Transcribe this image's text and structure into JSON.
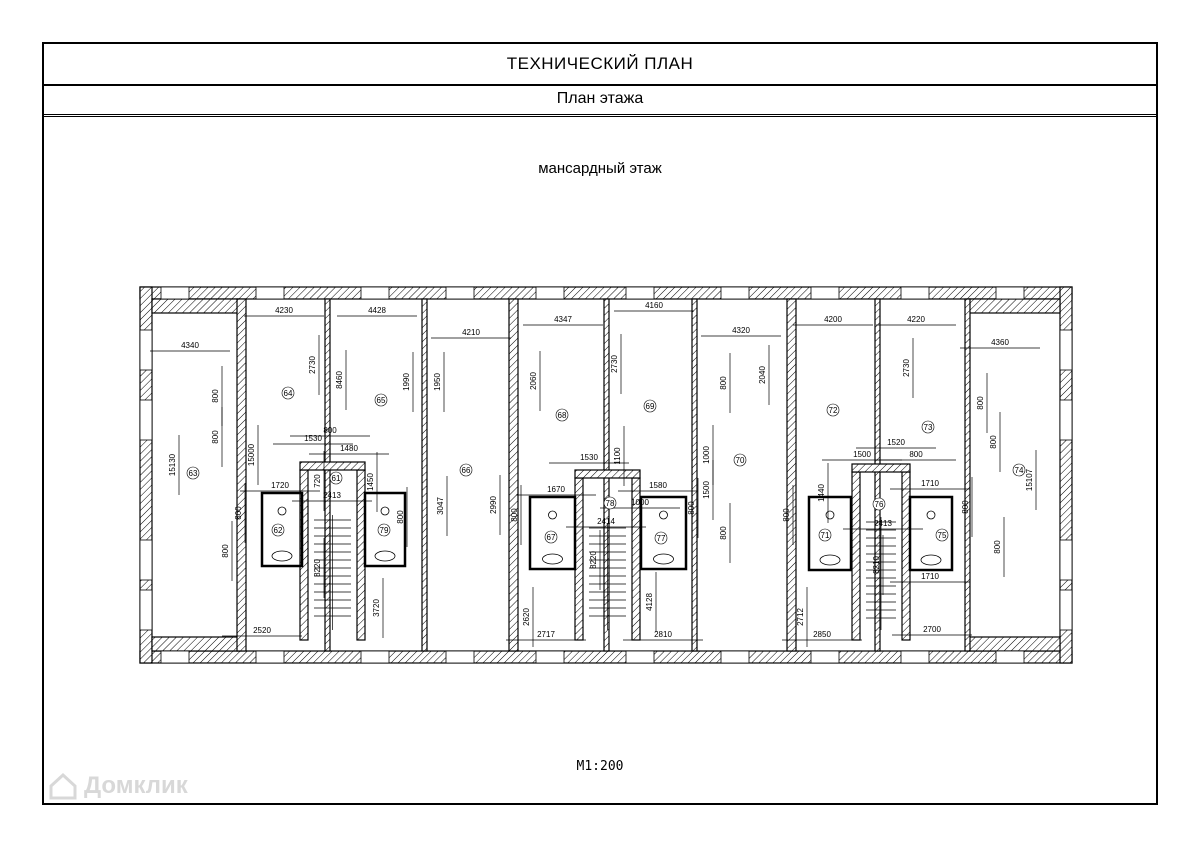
{
  "header": {
    "title": "ТЕХНИЧЕСКИЙ ПЛАН",
    "subtitle": "План этажа"
  },
  "plan": {
    "floor_name": "мансардный этаж",
    "scale": "М1:200",
    "rooms": [
      "63",
      "64",
      "65",
      "66",
      "61",
      "62",
      "79",
      "68",
      "69",
      "70",
      "67",
      "78",
      "77",
      "72",
      "73",
      "74",
      "71",
      "76",
      "75"
    ],
    "dimensions": [
      "4340",
      "4230",
      "4428",
      "4210",
      "2520",
      "1720",
      "1530",
      "1480",
      "800",
      "2413",
      "4347",
      "4160",
      "4320",
      "1530",
      "1670",
      "1580",
      "2414",
      "1000",
      "2717",
      "2810",
      "2850",
      "4200",
      "4220",
      "4360",
      "1500",
      "1520",
      "800",
      "1710",
      "2413",
      "1710",
      "2700",
      "15130",
      "800",
      "800",
      "15000",
      "2730",
      "8460",
      "800",
      "800",
      "1990",
      "1950",
      "720",
      "1450",
      "800",
      "3047",
      "2990",
      "8220",
      "3720",
      "2060",
      "2730",
      "1100",
      "800",
      "8220",
      "2620",
      "4128",
      "800",
      "800",
      "2040",
      "1000",
      "1500",
      "800",
      "800",
      "1440",
      "2712",
      "8210",
      "2730",
      "800",
      "800",
      "800",
      "800",
      "15107"
    ]
  },
  "watermark": {
    "text": "Домклик",
    "color": "#d8d8d8"
  }
}
